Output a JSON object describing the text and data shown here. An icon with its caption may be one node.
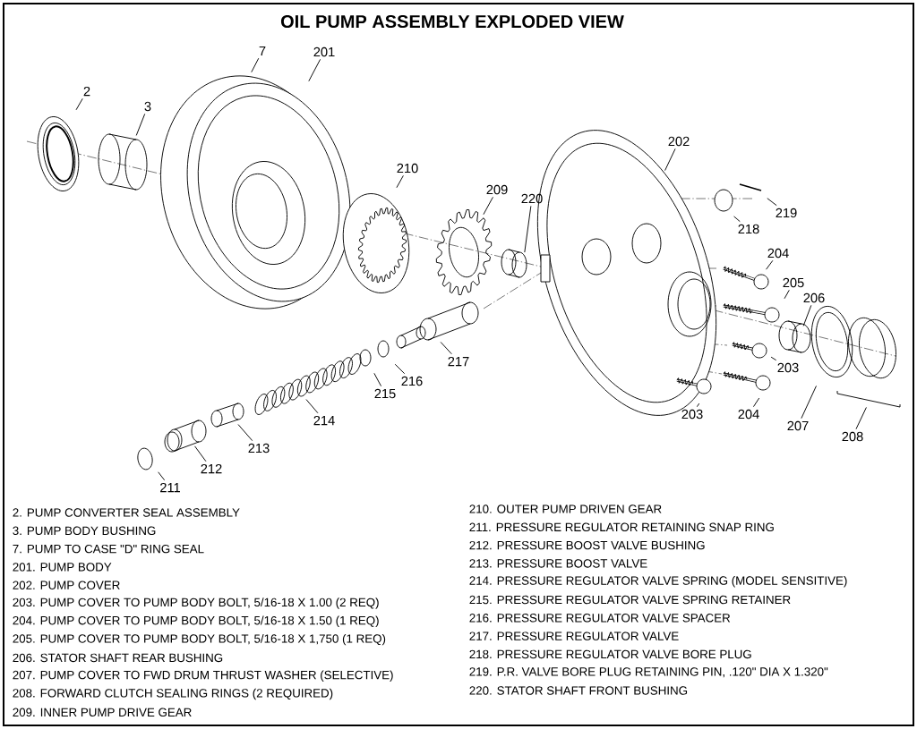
{
  "diagram": {
    "title": "OIL PUMP ASSEMBLY EXPLODED VIEW",
    "nodes": [
      {
        "text": [
          "7"
        ]
      },
      {
        "text": [
          "201"
        ]
      },
      {
        "text": [
          "2"
        ]
      },
      {
        "text": [
          "3"
        ]
      },
      {
        "text": [
          "202"
        ]
      },
      {
        "text": [
          "210"
        ]
      },
      {
        "text": [
          "209"
        ]
      },
      {
        "text": [
          "220"
        ]
      },
      {
        "text": [
          "219"
        ]
      },
      {
        "text": [
          "218"
        ]
      },
      {
        "text": [
          "204"
        ]
      },
      {
        "text": [
          "205"
        ]
      },
      {
        "text": [
          "206"
        ]
      },
      {
        "text": [
          "217"
        ]
      },
      {
        "text": [
          "203"
        ]
      },
      {
        "text": [
          "216"
        ]
      },
      {
        "text": [
          "215"
        ]
      },
      {
        "text": [
          "203"
        ]
      },
      {
        "text": [
          "204"
        ]
      },
      {
        "text": [
          "214"
        ]
      },
      {
        "text": [
          "207"
        ]
      },
      {
        "text": [
          "208"
        ]
      },
      {
        "text": [
          "213"
        ]
      },
      {
        "text": [
          "212"
        ]
      },
      {
        "text": [
          "211"
        ]
      }
    ],
    "edges": [
      {
        "from": 0,
        "to": null,
        "arrow": "none"
      },
      {
        "from": 1,
        "to": null,
        "arrow": "none"
      },
      {
        "from": 2,
        "to": null,
        "arrow": "none"
      },
      {
        "from": 3,
        "to": null,
        "arrow": "none"
      },
      {
        "from": 4,
        "to": null,
        "arrow": "none"
      },
      {
        "from": 5,
        "to": null,
        "arrow": "none"
      },
      {
        "from": 6,
        "to": null,
        "arrow": "none"
      },
      {
        "from": 7,
        "to": null,
        "arrow": "none"
      },
      {
        "from": 8,
        "to": null,
        "arrow": "none"
      },
      {
        "from": 9,
        "to": null,
        "arrow": "none"
      },
      {
        "from": 10,
        "to": null,
        "arrow": "none"
      },
      {
        "from": 11,
        "to": null,
        "arrow": "none"
      },
      {
        "from": 12,
        "to": null,
        "arrow": "none"
      },
      {
        "from": 13,
        "to": null,
        "arrow": "none"
      },
      {
        "from": 14,
        "to": null,
        "arrow": "none"
      },
      {
        "from": 15,
        "to": null,
        "arrow": "none"
      },
      {
        "from": 16,
        "to": null,
        "arrow": "none"
      },
      {
        "from": 17,
        "to": null,
        "arrow": "none"
      },
      {
        "from": 18,
        "to": null,
        "arrow": "none"
      },
      {
        "from": 19,
        "to": null,
        "arrow": "none"
      },
      {
        "from": 20,
        "to": null,
        "arrow": "none"
      },
      {
        "from": 21,
        "to": null,
        "arrow": "none"
      },
      {
        "from": 22,
        "to": null,
        "arrow": "none"
      },
      {
        "from": 23,
        "to": null,
        "arrow": "none"
      },
      {
        "from": 24,
        "to": null,
        "arrow": "none"
      }
    ],
    "labels": [
      "2. PUMP CONVERTER SEAL ASSEMBLY",
      "3. PUMP BODY BUSHING",
      "7. PUMP TO CASE \"D\" RING SEAL",
      "201. PUMP BODY",
      "202. PUMP COVER",
      "203. PUMP COVER TO PUMP BODY BOLT, 5/16-18 X 1.00 (2 REQ)",
      "204. PUMP COVER TO PUMP BODY BOLT, 5/16-18 X 1.50 (1 REQ)",
      "205. PUMP COVER TO PUMP BODY BOLT, 5/16-18 X 1,750 (1 REQ)",
      "206. STATOR SHAFT REAR BUSHING",
      "207. PUMP COVER TO FWD DRUM THRUST WASHER (SELECTIVE)",
      "208. FORWARD CLUTCH SEALING RINGS (2 REQUIRED)",
      "209. INNER PUMP DRIVE GEAR",
      "210. OUTER PUMP DRIVEN GEAR",
      "211. PRESSURE REGULATOR RETAINING SNAP RING",
      "212. PRESSURE BOOST VALVE BUSHING",
      "213. PRESSURE BOOST VALVE",
      "214. PRESSURE REGULATOR VALVE SPRING (MODEL SENSITIVE)",
      "215. PRESSURE REGULATOR VALVE SPRING RETAINER",
      "216. PRESSURE REGULATOR VALVE SPACER",
      "217. PRESSURE REGULATOR VALVE",
      "218. PRESSURE REGULATOR VALVE BORE PLUG",
      "219. P.R. VALVE BORE PLUG RETAINING PIN, .120\" DIA X 1.320\"",
      "220. STATOR SHAFT FRONT BUSHING"
    ]
  }
}
